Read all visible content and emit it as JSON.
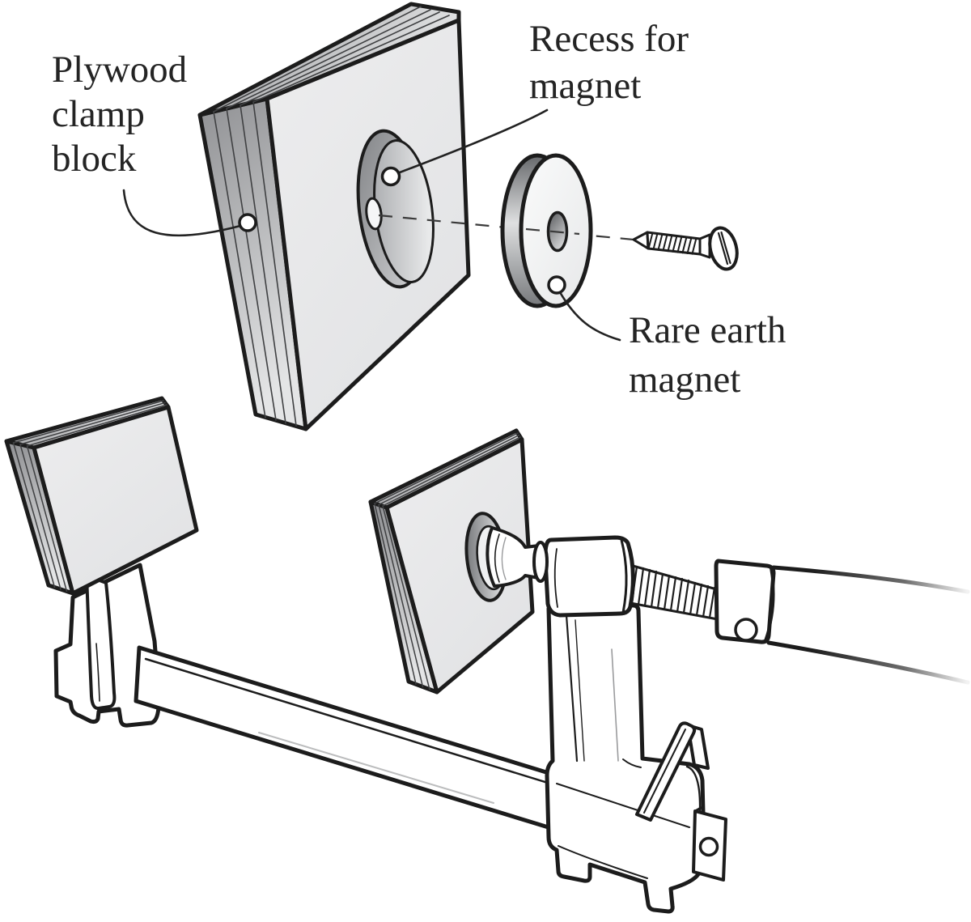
{
  "labels": {
    "plywood_block": {
      "lines": [
        "Plywood",
        "clamp",
        "block"
      ]
    },
    "recess": {
      "lines": [
        "Recess for",
        "magnet"
      ]
    },
    "magnet": {
      "lines": [
        "Rare earth",
        "magnet"
      ]
    }
  },
  "icons": {
    "leader_dot": "callout-endpoint-circle"
  },
  "colors": {
    "line": "#1c1c1c",
    "wood_face": "#e9eaeb",
    "ply_edge_dark": "#97989b",
    "ply_edge_light": "#e3e4e5",
    "background": "#ffffff",
    "text": "#242424"
  }
}
